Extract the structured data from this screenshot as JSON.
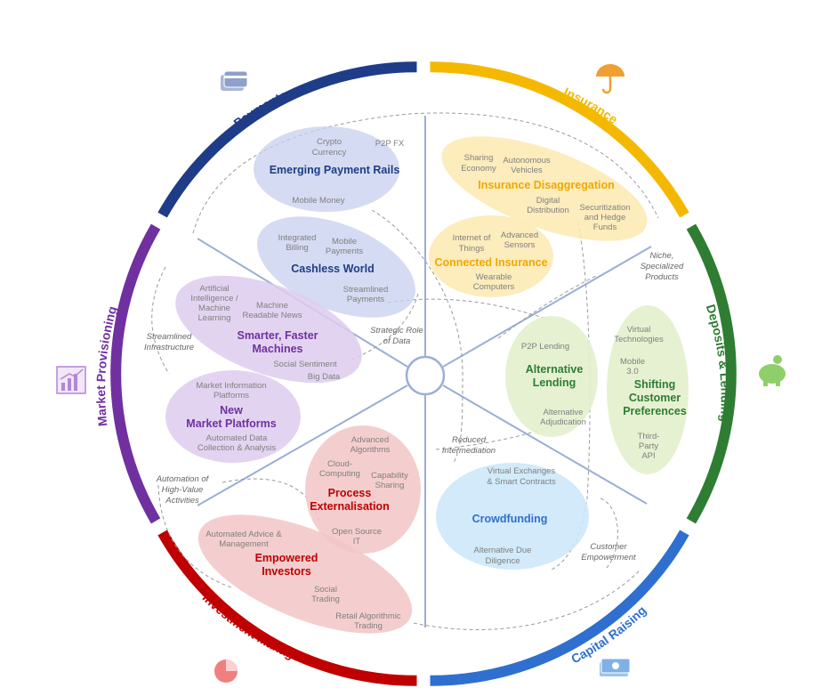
{
  "colors": {
    "payments": "#1f3c88",
    "insurance": "#f5b800",
    "deposits": "#2e7d32",
    "capital": "#2f6fcf",
    "investment": "#c00000",
    "market": "#7030a0",
    "spoke": "#9aaed6",
    "dashed": "#9a9a9a"
  },
  "segments": {
    "payments": "Payments",
    "insurance": "Insurance",
    "deposits": "Deposits & Lending",
    "capital": "Capital Raising",
    "investment": "Investment Management",
    "market": "Market Provisioning"
  },
  "icons": {
    "payments": "credit-card-icon",
    "insurance": "umbrella-icon",
    "deposits": "piggy-bank-icon",
    "capital": "money-stack-icon",
    "investment": "pie-chart-icon",
    "market": "bar-chart-growth-icon"
  },
  "bubbles": {
    "emerging_payment_rails": {
      "title": "Emerging Payment Rails",
      "items": [
        "Crypto",
        "Currency",
        "P2P FX",
        "Mobile Money"
      ]
    },
    "cashless_world": {
      "title": "Cashless World",
      "items": [
        "Integrated",
        "Billing",
        "Mobile",
        "Payments",
        "Streamlined",
        "Payments"
      ]
    },
    "insurance_disaggregation": {
      "title": "Insurance Disaggregation",
      "items": [
        "Sharing",
        "Economy",
        "Autonomous",
        "Vehicles",
        "Digital",
        "Distribution",
        "Securitization",
        "and Hedge",
        "Funds"
      ]
    },
    "connected_insurance": {
      "title": "Connected Insurance",
      "items": [
        "Internet of",
        "Things",
        "Advanced",
        "Sensors",
        "Wearable",
        "Computers"
      ]
    },
    "alternative_lending": {
      "title_1": "Alternative",
      "title_2": "Lending",
      "items": [
        "P2P Lending",
        "Alternative",
        "Adjudication"
      ]
    },
    "shifting_customer_preferences": {
      "title_1": "Shifting",
      "title_2": "Customer",
      "title_3": "Preferences",
      "items": [
        "Virtual",
        "Technologies",
        "Mobile",
        "3.0",
        "Third-",
        "Party",
        "API"
      ]
    },
    "crowdfunding": {
      "title": "Crowdfunding",
      "items": [
        "Virtual Exchanges",
        "& Smart Contracts",
        "Alternative Due",
        "Diligence"
      ]
    },
    "process_externalisation": {
      "title_1": "Process",
      "title_2": "Externalisation",
      "items": [
        "Advanced",
        "Algorithms",
        "Cloud-",
        "Computing",
        "Capability",
        "Sharing",
        "Open Source",
        "IT"
      ]
    },
    "empowered_investors": {
      "title_1": "Empowered",
      "title_2": "Investors",
      "items": [
        "Automated Advice &",
        "Management",
        "Social",
        "Trading",
        "Retail Algorithmic",
        "Trading"
      ]
    },
    "smarter_faster_machines": {
      "title_1": "Smarter, Faster",
      "title_2": "Machines",
      "items": [
        "Artificial",
        "Intelligence /",
        "Machine",
        "Learning",
        "Machine",
        "Readable News",
        "Social Sentiment",
        "Big Data"
      ]
    },
    "new_market_platforms": {
      "title_1": "New",
      "title_2": "Market Platforms",
      "items": [
        "Market Information",
        "Platforms",
        "Automated Data",
        "Collection & Analysis"
      ]
    }
  },
  "themes": {
    "niche": [
      "Niche,",
      "Specialized",
      "Products"
    ],
    "strategic": [
      "Strategic Role",
      "of Data"
    ],
    "streamlined": [
      "Streamlined",
      "Infrastructure"
    ],
    "reduced": [
      "Reduced",
      "Intermediation"
    ],
    "automation": [
      "Automation of",
      "High-Value",
      "Activities"
    ],
    "customer": [
      "Customer",
      "Empowerment"
    ]
  }
}
